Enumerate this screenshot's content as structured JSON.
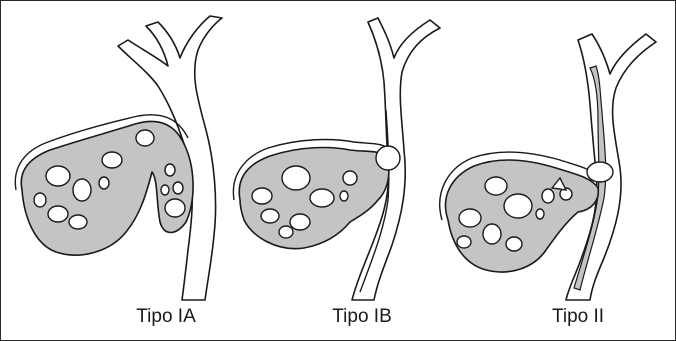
{
  "figure": {
    "labels": [
      "Tipo IA",
      "Tipo IB",
      "Tipo II"
    ]
  },
  "colors": {
    "fill_gray": "#c4c4c4",
    "stroke": "#1a1a1a",
    "background": "#ffffff"
  }
}
